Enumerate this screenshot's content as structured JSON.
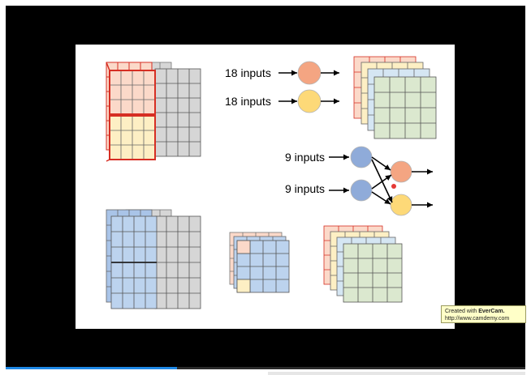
{
  "labels": {
    "top_input_a": "18 inputs",
    "top_input_b": "18 inputs",
    "mid_input_a": "9 inputs",
    "mid_input_b": "9 inputs"
  },
  "watermark": {
    "line1_prefix": "Created with ",
    "line1_brand": "EverCam.",
    "line2": "http://www.camdemy.com"
  },
  "video": {
    "progress_fraction": 0.33
  },
  "colors": {
    "orange_node": "#f4a582",
    "yellow_node": "#fdd978",
    "blue_node": "#8fabd9",
    "pink_cell": "#fbd9c9",
    "yellow_cell": "#fdefc4",
    "blue_cell": "#bcd3ee",
    "green_cell": "#dbe8cf",
    "gray_cell": "#d6d6d6",
    "highlight_red": "#d62e23"
  }
}
